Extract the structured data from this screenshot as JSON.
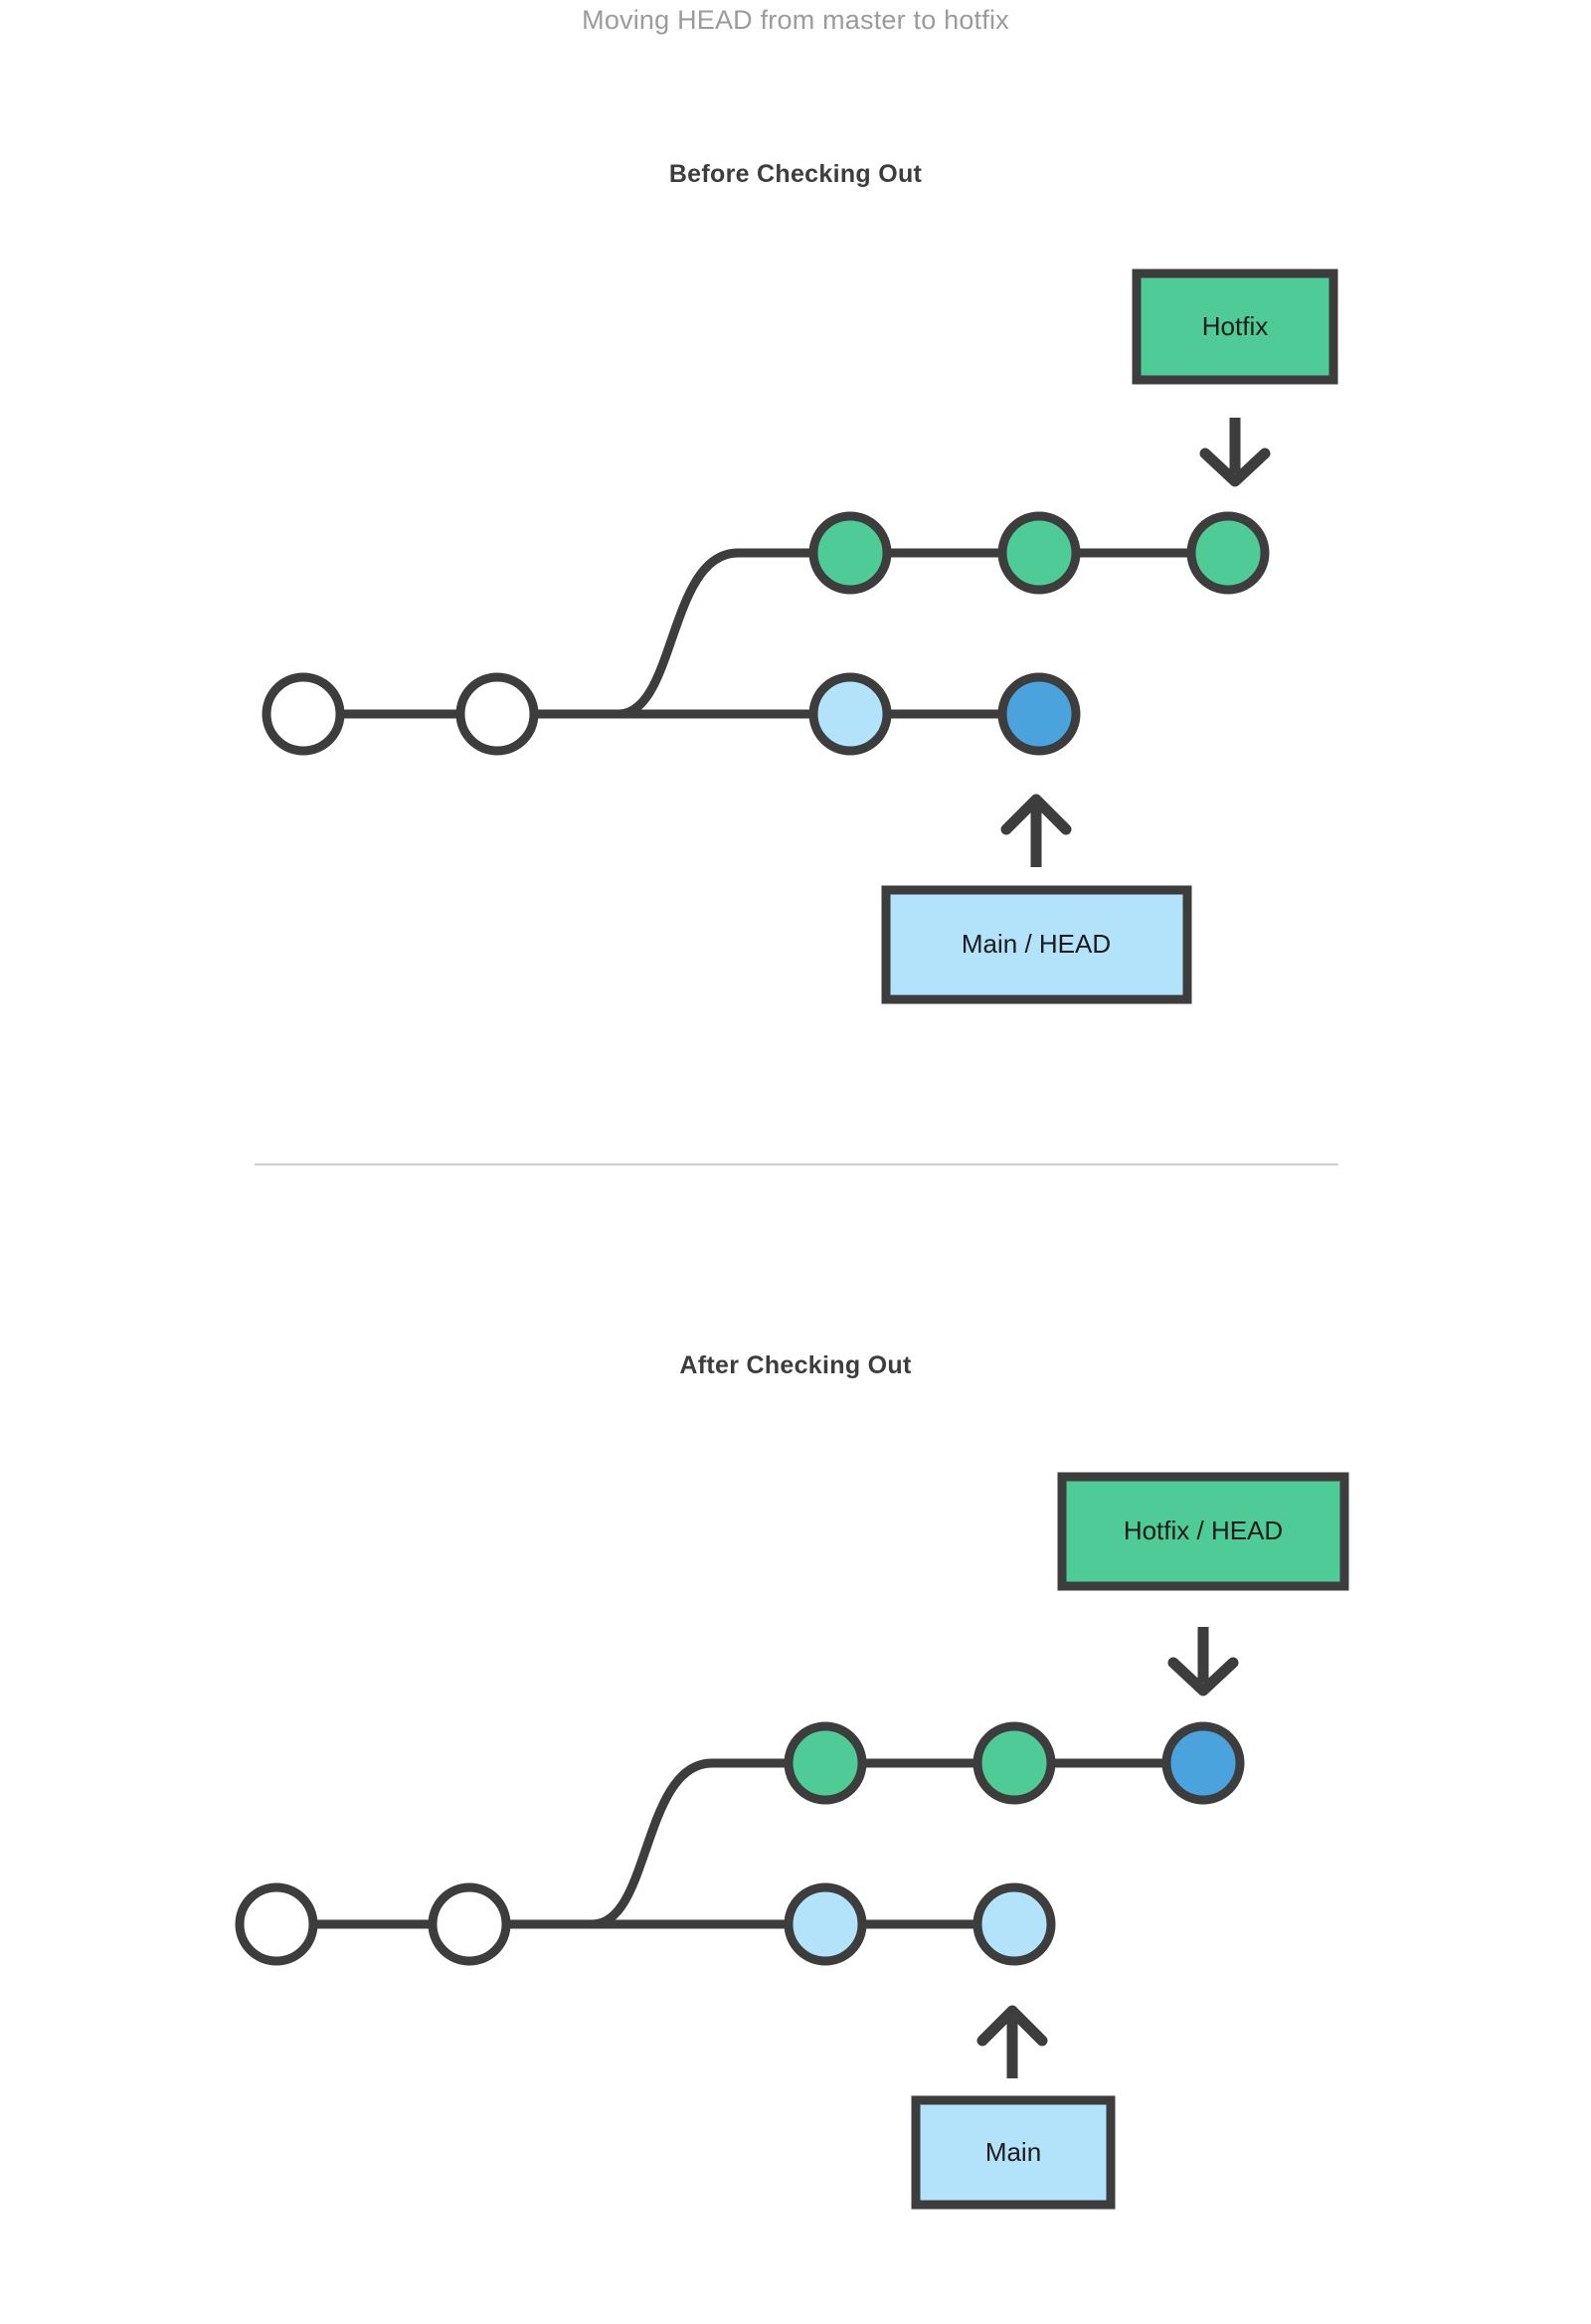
{
  "page": {
    "title": "Moving HEAD from master to hotfix",
    "title_color": "#9b9b9b",
    "background": "#ffffff"
  },
  "palette": {
    "green": "#4ecb96",
    "light_blue": "#b3e3fb",
    "dark_blue": "#4ba3de",
    "white": "#ffffff",
    "stroke": "#3d3d3d",
    "divider": "#cfcfcf",
    "text": "#1b1b1b"
  },
  "sections": [
    {
      "id": "before",
      "heading": "Before Checking Out",
      "branch_box_top": {
        "label": "Hotfix",
        "fill": "#4ecb96"
      },
      "branch_box_bottom": {
        "label": "Main  / HEAD",
        "fill": "#b3e3fb"
      },
      "arrow_down": "arrow-down-icon",
      "arrow_up": "arrow-up-icon",
      "commits_top": [
        {
          "name": "hotfix-commit-1",
          "fill": "#4ecb96"
        },
        {
          "name": "hotfix-commit-2",
          "fill": "#4ecb96"
        },
        {
          "name": "hotfix-commit-3",
          "fill": "#4ecb96"
        }
      ],
      "commits_bottom": [
        {
          "name": "root-commit-1",
          "fill": "#ffffff"
        },
        {
          "name": "root-commit-2",
          "fill": "#ffffff"
        },
        {
          "name": "main-commit-1",
          "fill": "#b3e3fb"
        },
        {
          "name": "main-commit-head",
          "fill": "#4ba3de"
        }
      ]
    },
    {
      "id": "after",
      "heading": "After Checking Out",
      "branch_box_top": {
        "label": "Hotfix / HEAD",
        "fill": "#4ecb96"
      },
      "branch_box_bottom": {
        "label": "Main",
        "fill": "#b3e3fb"
      },
      "arrow_down": "arrow-down-icon",
      "arrow_up": "arrow-up-icon",
      "commits_top": [
        {
          "name": "hotfix-commit-1",
          "fill": "#4ecb96"
        },
        {
          "name": "hotfix-commit-2",
          "fill": "#4ecb96"
        },
        {
          "name": "hotfix-commit-head",
          "fill": "#4ba3de"
        }
      ],
      "commits_bottom": [
        {
          "name": "root-commit-1",
          "fill": "#ffffff"
        },
        {
          "name": "root-commit-2",
          "fill": "#ffffff"
        },
        {
          "name": "main-commit-1",
          "fill": "#b3e3fb"
        },
        {
          "name": "main-commit-2",
          "fill": "#b3e3fb"
        }
      ]
    }
  ]
}
